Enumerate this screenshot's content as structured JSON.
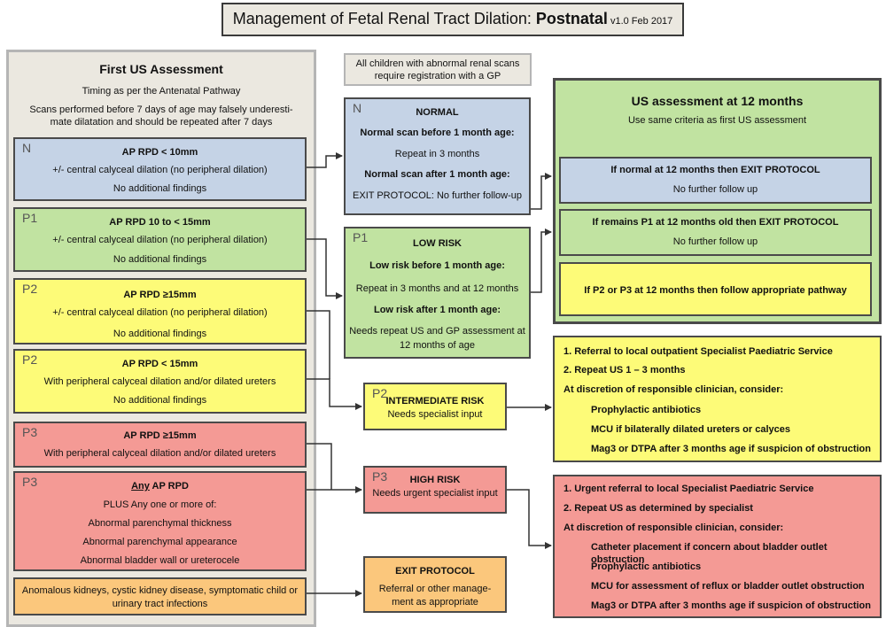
{
  "header": {
    "title_main": "Management of Fetal Renal Tract Dilation: ",
    "title_bold": "Postnatal",
    "version": " v1.0 Feb 2017"
  },
  "first_assessment": {
    "title": "First US Assessment",
    "timing": "Timing as per the Antenatal Pathway",
    "note_line1": "Scans performed before 7 days of age may falsely underesti-",
    "note_line2": "mate dilatation and should be repeated after 7 days"
  },
  "gp_note": {
    "line1": "All children with abnormal renal scans",
    "line2": "require registration with a GP"
  },
  "categories": [
    {
      "tag": "N",
      "heading": "AP RPD < 10mm",
      "line2": "+/- central calyceal dilation (no peripheral dilation)",
      "line3": "No additional findings"
    },
    {
      "tag": "P1",
      "heading": "AP RPD 10 to < 15mm",
      "line2": "+/- central calyceal dilation (no peripheral dilation)",
      "line3": "No additional findings"
    },
    {
      "tag": "P2",
      "heading": "AP RPD ≥15mm",
      "line2": "+/- central calyceal dilation (no peripheral dilation)",
      "line3": "No additional findings"
    },
    {
      "tag": "P2",
      "heading": "AP RPD < 15mm",
      "line2": "With peripheral calyceal dilation and/or dilated ureters",
      "line3": "No additional findings"
    },
    {
      "tag": "P3",
      "heading": "AP RPD ≥15mm",
      "line2": "With peripheral calyceal dilation and/or dilated ureters"
    },
    {
      "tag": "P3",
      "heading_prefix": "Any",
      "heading_rest": " AP RPD",
      "lines": [
        "PLUS Any one or more of:",
        "Abnormal parenchymal thickness",
        "Abnormal parenchymal appearance",
        "Abnormal bladder wall or ureterocele"
      ]
    },
    {
      "line1": "Anomalous kidneys, cystic kidney disease, symptomatic child or",
      "line2": "urinary tract infections"
    }
  ],
  "normal": {
    "tag": "N",
    "title": "NORMAL",
    "before_heading": "Normal scan before 1 month age:",
    "before_text": "Repeat in 3 months",
    "after_heading": "Normal scan after 1 month age:",
    "after_text": "EXIT PROTOCOL:  No further follow-up"
  },
  "low_risk": {
    "tag": "P1",
    "title": "LOW RISK",
    "before_heading": "Low risk before 1 month age:",
    "before_text": "Repeat in 3 months and at 12 months",
    "after_heading": "Low risk after 1 month age:",
    "after_text1": "Needs repeat US and GP assessment at",
    "after_text2": "12 months of age"
  },
  "intermediate": {
    "tag": "P2",
    "title": "INTERMEDIATE RISK",
    "text": "Needs specialist input"
  },
  "high": {
    "tag": "P3",
    "title": "HIGH RISK",
    "text": "Needs urgent specialist input"
  },
  "exit": {
    "title": "EXIT PROTOCOL",
    "line1": "Referral or other manage-",
    "line2": "ment as appropriate"
  },
  "twelve_months": {
    "title": "US assessment at 12 months",
    "subtitle": "Use same criteria as first US assessment",
    "normal_heading": "If normal at 12 months then EXIT PROTOCOL",
    "normal_text": "No further follow up",
    "p1_heading": "If remains P1 at 12 months old then EXIT PROTOCOL",
    "p1_text": "No further follow up",
    "p2p3_heading": "If P2 or P3 at 12 months then follow appropriate pathway"
  },
  "intermediate_plan": {
    "item1": "1. Referral to local outpatient Specialist Paediatric Service",
    "item2": "2. Repeat US 1 – 3 months",
    "discretion": "At discretion of responsible clinician, consider:",
    "options": [
      "Prophylactic antibiotics",
      "MCU if bilaterally dilated ureters or calyces",
      "Mag3 or DTPA  after 3 months age if suspicion of obstruction"
    ]
  },
  "high_plan": {
    "item1": "1. Urgent referral to local Specialist Paediatric Service",
    "item2": "2. Repeat US as determined by specialist",
    "discretion": "At discretion of responsible clinician, consider:",
    "options": [
      "Catheter placement if concern about bladder outlet obstruction",
      "Prophylactic antibiotics",
      "MCU for assessment of reflux or bladder outlet obstruction",
      "Mag3 or DTPA  after 3 months age if suspicion of obstruction"
    ]
  }
}
